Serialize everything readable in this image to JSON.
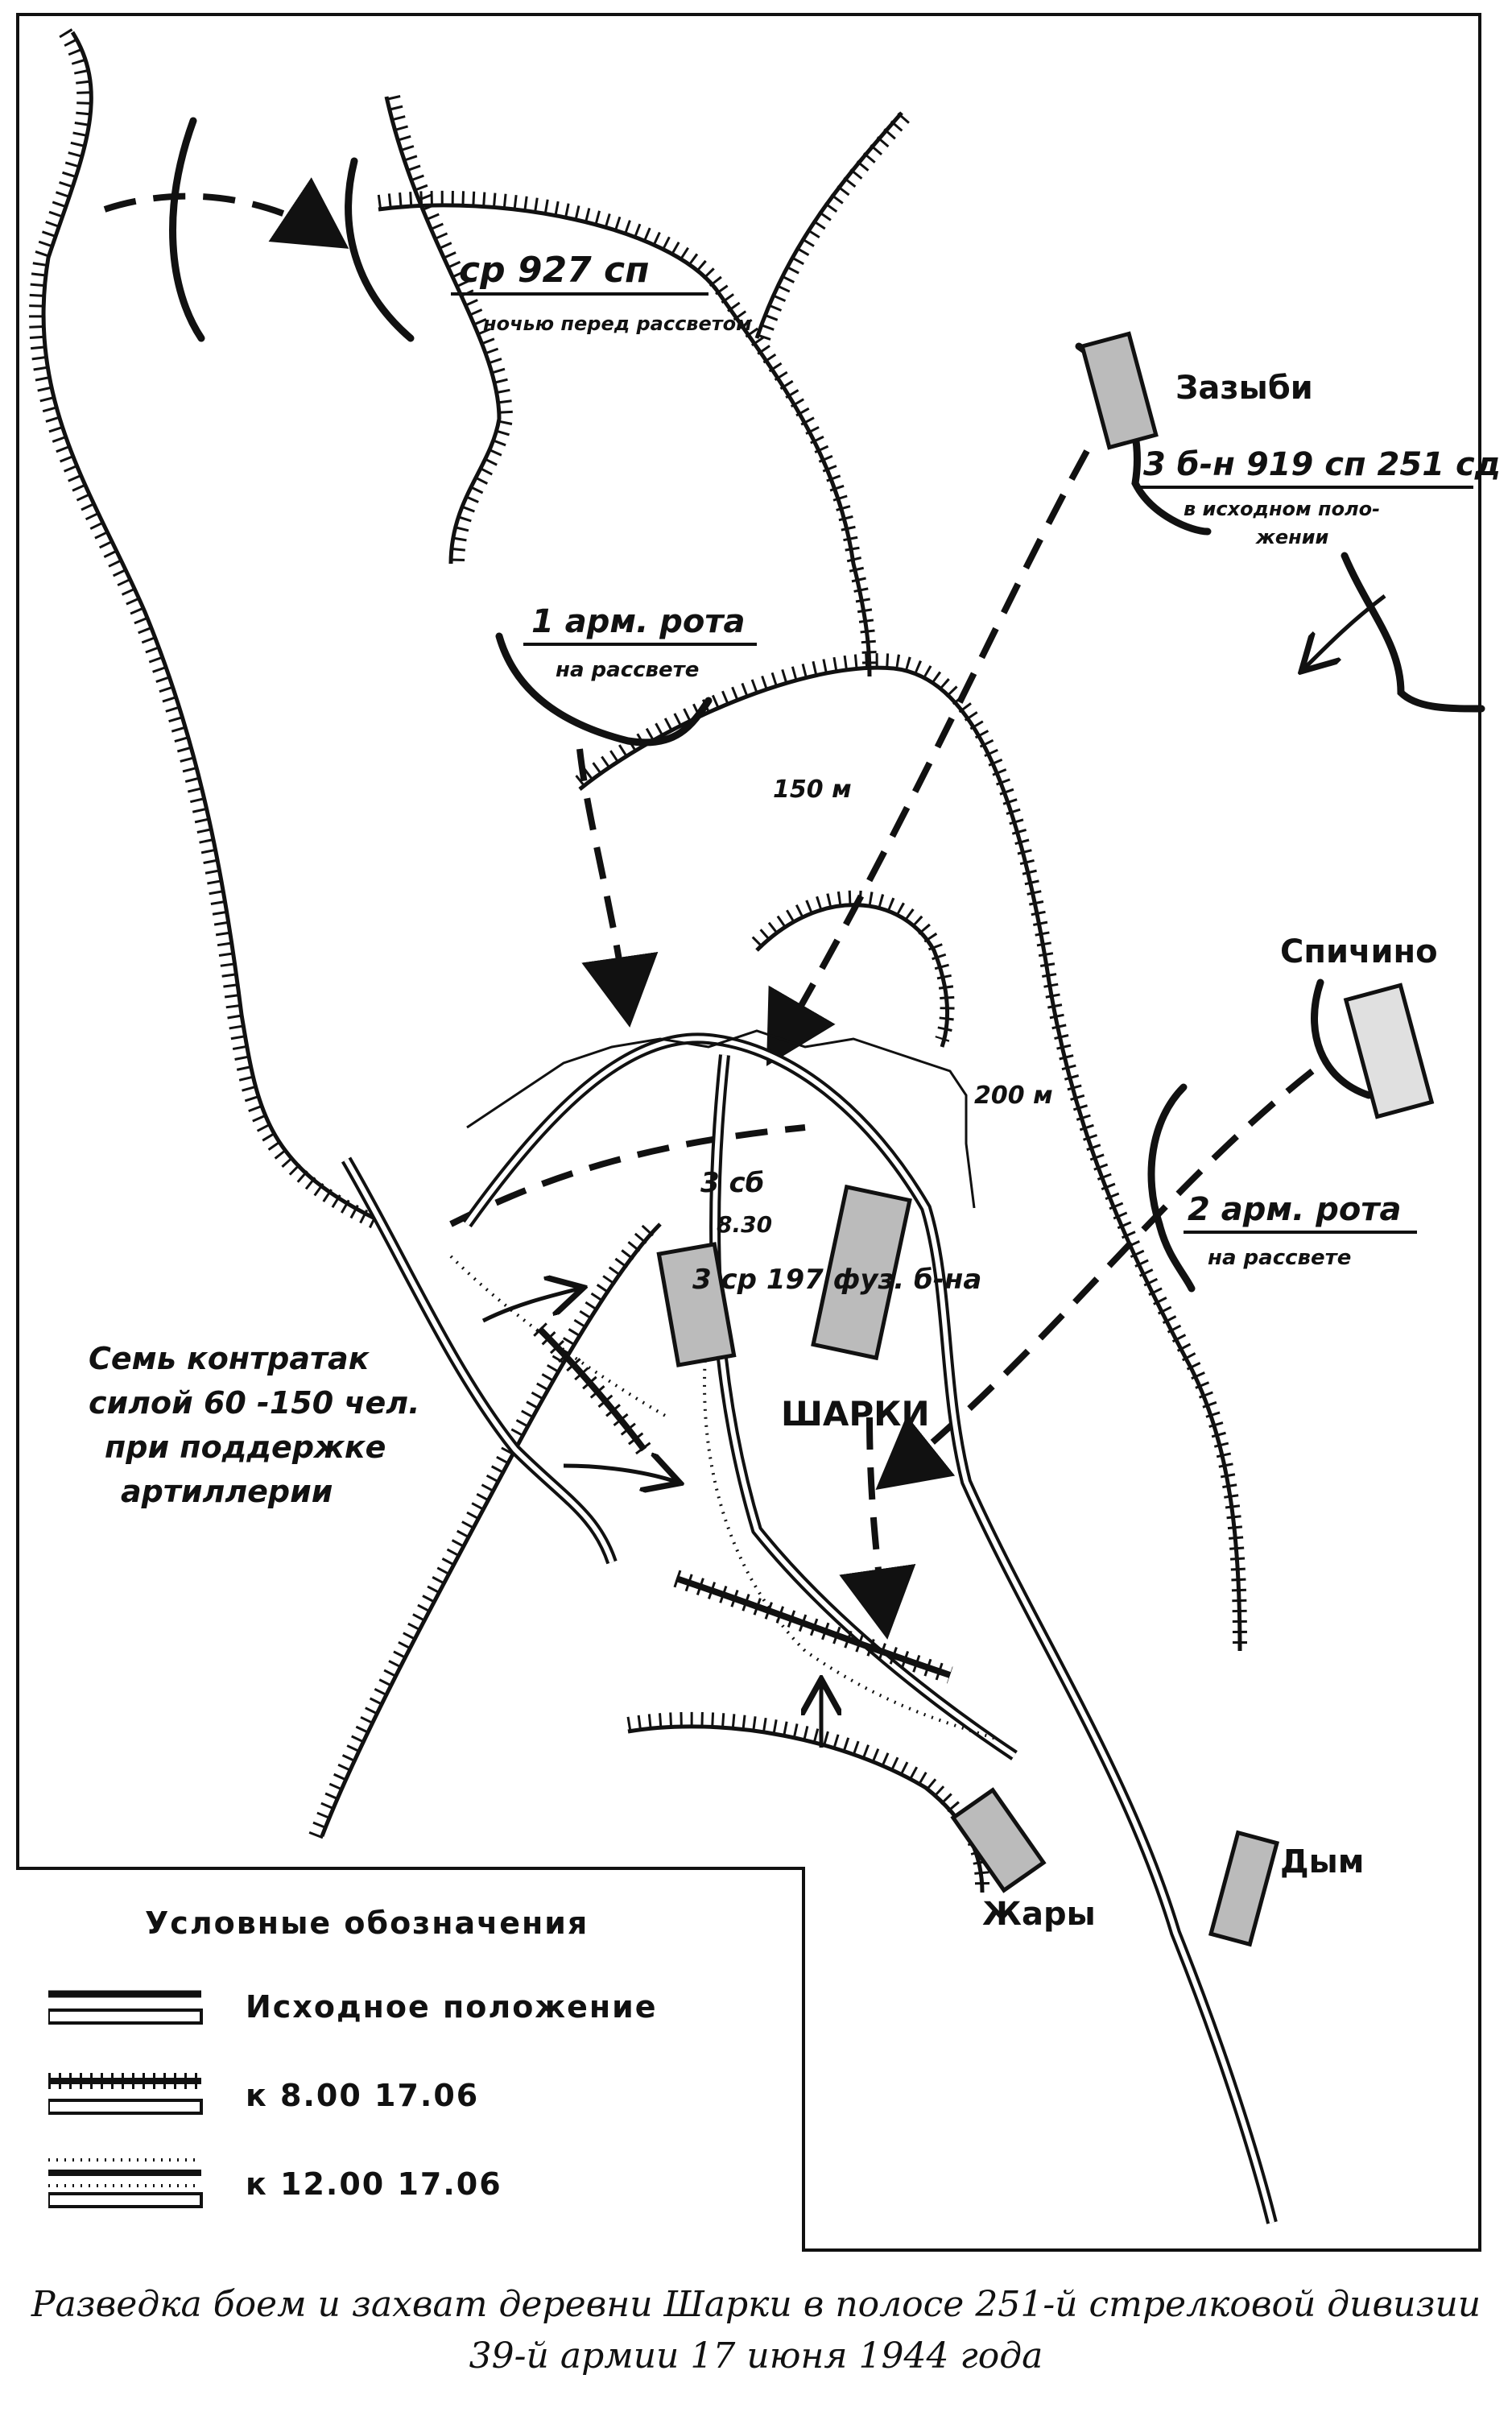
{
  "map": {
    "labels": {
      "unit_927": "ср 927 сп",
      "unit_927_note": "ночью перед рассветом",
      "village_zazybi": "Зазыби",
      "unit_919": "3 б-н 919 сп 251 сд",
      "unit_919_note_1": "в исходном поло-",
      "unit_919_note_2": "жении",
      "company_1": "1 арм. рота",
      "company_1_note": "на рассвете",
      "dist_150": "150 м",
      "dist_200": "200 м",
      "village_spichino": "Спичино",
      "company_2": "2 арм. рота",
      "company_2_note": "на рассвете",
      "unit_3sb": "3 сб",
      "time_830": "8.30",
      "unit_3sr": "3 ср 197 фуз. б-на",
      "village_sharki": "ШАРКИ",
      "counterattack_1": "Семь контратак",
      "counterattack_2": "силой 60 -150 чел.",
      "counterattack_3": "при поддержке",
      "counterattack_4": "артиллерии",
      "village_zhary": "Жары",
      "village_dym": "Дым"
    }
  },
  "legend": {
    "title": "Условные обозначения",
    "items": [
      {
        "label": "Исходное положение"
      },
      {
        "label": "к  8.00  17.06"
      },
      {
        "label": "к  12.00  17.06"
      }
    ]
  },
  "caption": {
    "line1": "Разведка боем и захват деревни Шарки в полосе 251-й стрелковой дивизии",
    "line2": "39-й армии 17 июня 1944 года"
  }
}
